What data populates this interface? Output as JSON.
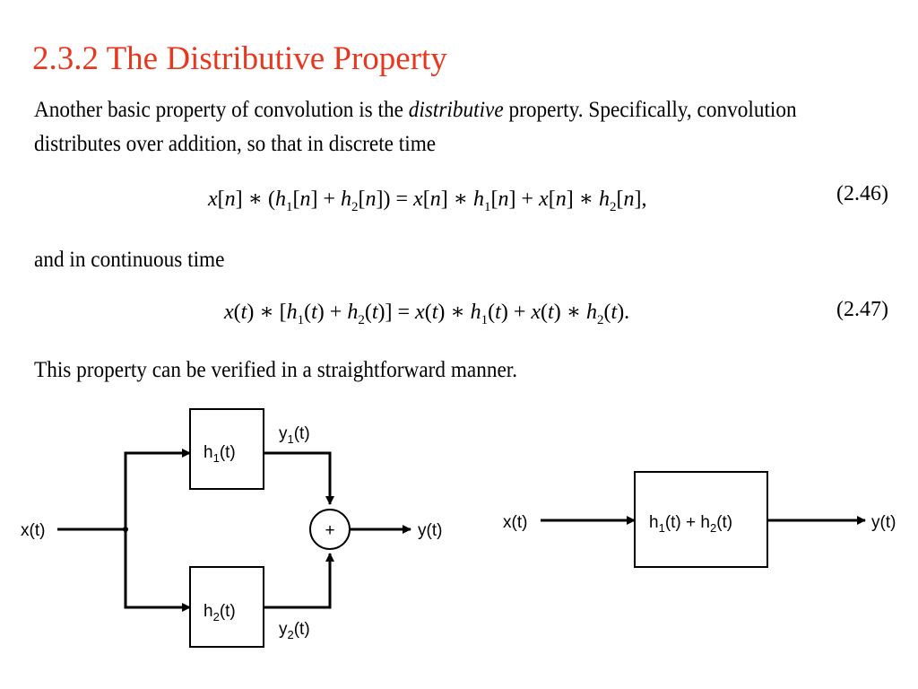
{
  "title": "2.3.2 The Distributive Property",
  "paragraph1": {
    "before": "Another basic property of convolution is the ",
    "emph": "distributive",
    "after": " property. Specifically, convolution",
    "line2": "distributes over addition, so that in discrete time"
  },
  "paragraph2": "and in continuous time",
  "paragraph3": "This property can be verified in a straightforward manner.",
  "equations": [
    {
      "number": "(2.46)"
    },
    {
      "number": "(2.47)"
    }
  ],
  "diagram_left": {
    "input": "x(t)",
    "box1": "h",
    "box1_sub": "1",
    "box1_after": "(t)",
    "box2": "h",
    "box2_sub": "2",
    "box2_after": "(t)",
    "y1": "y",
    "y1_sub": "1",
    "y1_after": "(t)",
    "y2": "y",
    "y2_sub": "2",
    "y2_after": "(t)",
    "adder": "+",
    "output": "y(t)"
  },
  "diagram_right": {
    "input": "x(t)",
    "box_a": "h",
    "box_a_sub": "1",
    "box_mid": "(t) + h",
    "box_b_sub": "2",
    "box_after": "(t)",
    "output": "y(t)"
  }
}
